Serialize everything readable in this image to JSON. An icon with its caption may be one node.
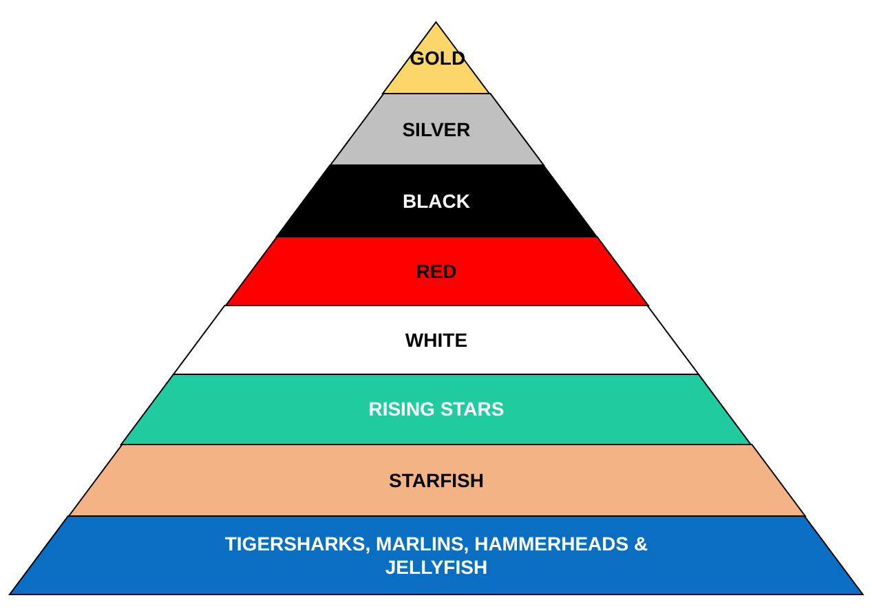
{
  "diagram": {
    "nodes": [
      {
        "text": [
          "GOLD"
        ]
      },
      {
        "text": [
          "SILVER"
        ]
      },
      {
        "text": [
          "BLACK"
        ]
      },
      {
        "text": [
          "RED"
        ]
      },
      {
        "text": [
          "WHITE"
        ]
      },
      {
        "text": [
          "RISING STARS"
        ]
      },
      {
        "text": [
          "STARFISH"
        ]
      },
      {
        "text": [
          "TIGERSHARKS, MARLINS, HAMMERHEADS & JELLYFISH"
        ]
      }
    ]
  }
}
